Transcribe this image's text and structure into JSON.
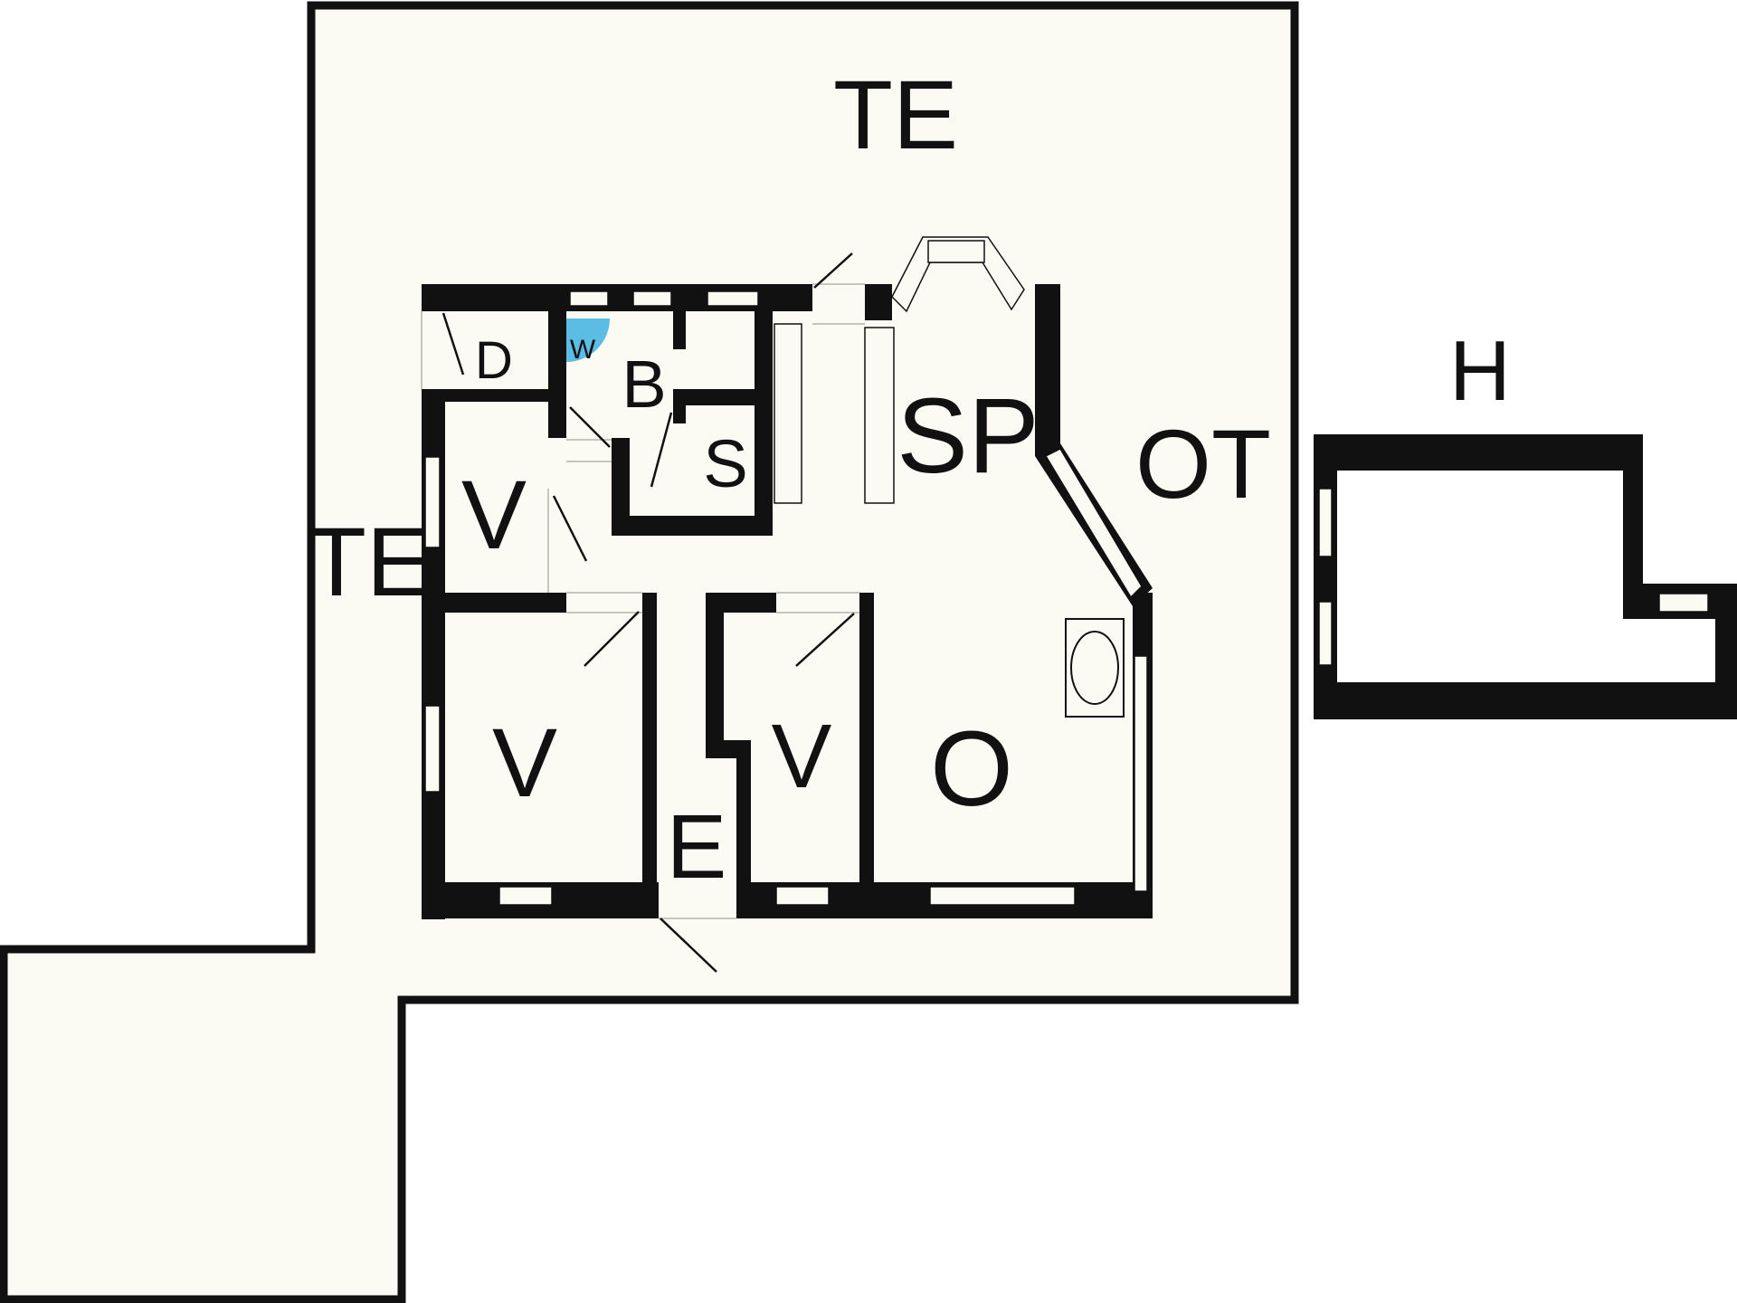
{
  "colors": {
    "background": "#ffffff",
    "terrace_fill": "#fbfbf4",
    "wall": "#111111",
    "toilet_accent": "#5bbde4"
  },
  "labels": {
    "terrace_top": "TE",
    "terrace_left": "TE",
    "outdoor_shower": "OT",
    "shed": "H",
    "drying_room": "D",
    "toilet": "W",
    "bathroom": "B",
    "sauna": "S",
    "spa": "SP",
    "bedroom_1": "V",
    "bedroom_2": "V",
    "bedroom_3": "V",
    "entrance": "E",
    "living_room": "O"
  },
  "icons": {
    "stove": "wood-stove-icon",
    "toilet": "toilet-quarter-icon"
  }
}
